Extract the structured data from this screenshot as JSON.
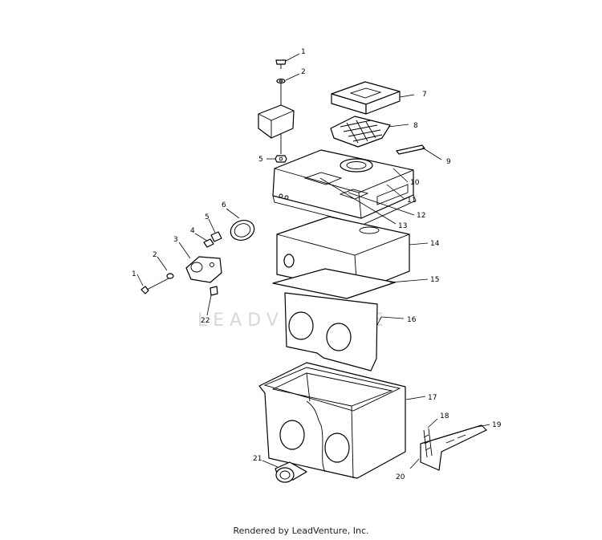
{
  "watermark": "LEADVENTURE",
  "footer": "Rendered by LeadVenture, Inc.",
  "callouts": {
    "top_1": "1",
    "top_2": "2",
    "top_5": "5",
    "c7": "7",
    "c8": "8",
    "c9": "9",
    "c10": "10",
    "c11": "11",
    "c12": "12",
    "c13": "13",
    "c14": "14",
    "c15": "15",
    "c16": "16",
    "c17": "17",
    "c18": "18",
    "c19": "19",
    "c20": "20",
    "c21": "21",
    "c22": "22",
    "left_1": "1",
    "left_2": "2",
    "left_3": "3",
    "left_4": "4",
    "left_5": "5",
    "left_6": "6"
  }
}
